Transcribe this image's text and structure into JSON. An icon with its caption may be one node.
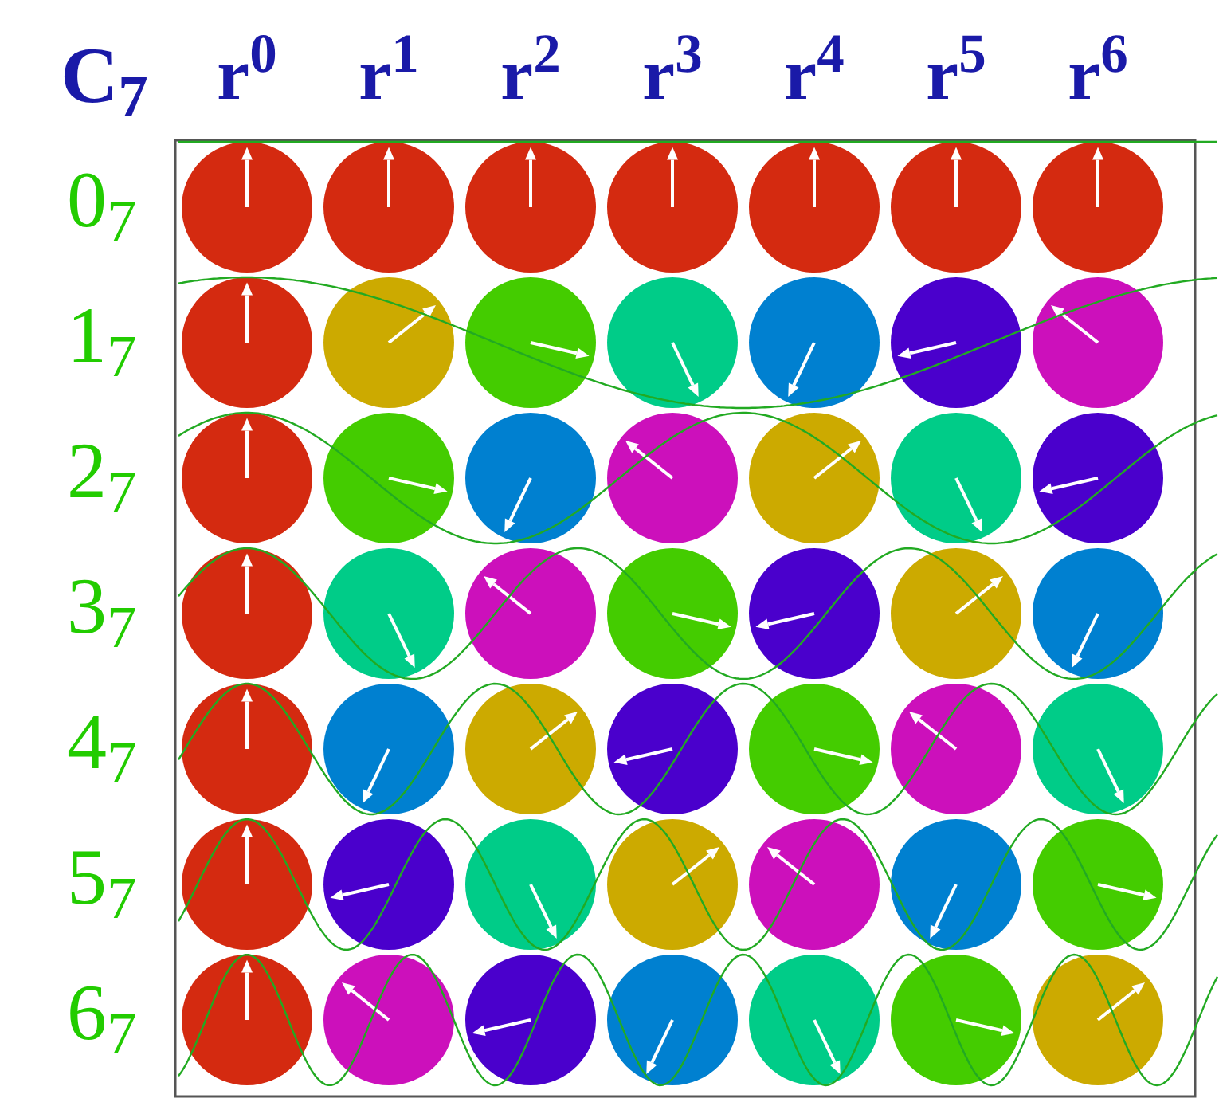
{
  "diagram": {
    "labels": [
      "C$_{7}$",
      "r$^{0}$",
      "r$^{1}$",
      "r$^{2}$",
      "r$^{3}$",
      "r$^{4}$",
      "r$^{5}$",
      "r$^{6}$",
      "0$_{7}$",
      "1$_{7}$",
      "2$_{7}$",
      "3$_{7}$",
      "4$_{7}$",
      "5$_{7}$",
      "6$_{7}$"
    ]
  }
}
